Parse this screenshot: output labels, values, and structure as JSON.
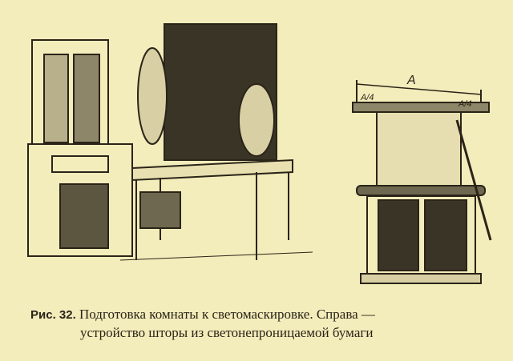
{
  "figure": {
    "number_label": "Рис. 32.",
    "caption_line1": "Подготовка комнаты к светомаскировке. Справа —",
    "caption_line2": "устройство шторы из светонепроницаемой бумаги"
  },
  "diagram_labels": {
    "width": "A",
    "left_offset": "A/4",
    "right_offset": "A/4"
  },
  "colors": {
    "paper": "#f3ecbb",
    "ink": "#2a2418"
  }
}
